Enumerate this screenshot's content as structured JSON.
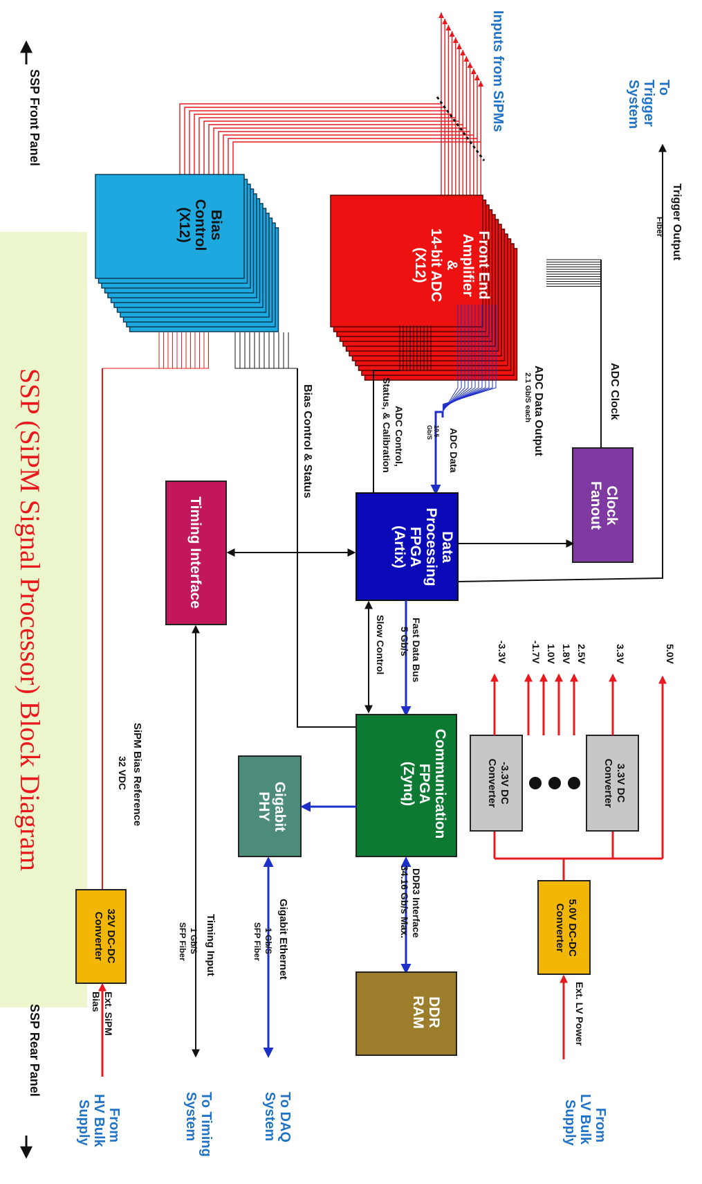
{
  "title": "SSP (SiPM Signal Processor) Block Diagram",
  "panels": {
    "front": "SSP Front Panel",
    "rear": "SSP Rear Panel"
  },
  "blocks": {
    "front_end": [
      "Front End",
      "Amplifier",
      "&",
      "14-bit ADC",
      "(X12)"
    ],
    "bias": [
      "Bias",
      "Control",
      "(X12)"
    ],
    "clock_fanout": [
      "Clock",
      "Fanout"
    ],
    "data_fpga": [
      "Data",
      "Processing",
      "FPGA",
      "(Artix)"
    ],
    "timing": [
      "Timing Interface"
    ],
    "comm_fpga": [
      "Communication",
      "FPGA",
      "(Zynq)"
    ],
    "gigabit_phy": [
      "Gigabit",
      "PHY"
    ],
    "ddr_ram": [
      "DDR",
      "RAM"
    ],
    "conv_33": [
      "3.3V DC",
      "Converter"
    ],
    "conv_m33": [
      "-3.3V DC",
      "Converter"
    ],
    "conv_50": [
      "5.0V DC-DC",
      "Converter"
    ],
    "conv_32": [
      "32V DC-DC",
      "Converter"
    ]
  },
  "external": {
    "trigger": [
      "To",
      "Trigger",
      "System"
    ],
    "sipms": "Inputs from SiPMs",
    "lv": [
      "From",
      "LV Bulk",
      "Supply"
    ],
    "daq": [
      "To DAQ",
      "System"
    ],
    "timing_sys": [
      "To Timing",
      "System"
    ],
    "hv": [
      "From",
      "HV Bulk",
      "Supply"
    ]
  },
  "labels": {
    "trigger_output": "Trigger Output",
    "trigger_fiber": "Fiber",
    "adc_clock": "ADC Clock",
    "adc_data_output": "ADC Data Output",
    "adc_rate": "2.1 Gb/S each",
    "adc_data": "ADC Data",
    "adc_data_rate": [
      "10.5",
      "Gb/S"
    ],
    "adc_control": [
      "ADC Control,",
      "Status, & Calibration"
    ],
    "bias_control": "Bias Control & Status",
    "fast_bus": [
      "Fast Data Bus",
      "5 Gb/s"
    ],
    "slow_control": "Slow Control",
    "ddr_interface": [
      "DDR3 Interface",
      "34.16 Gb/s Max."
    ],
    "gige": [
      "Gigabit Ethernet",
      "1 Gb/S",
      "SFP Fiber"
    ],
    "timing_input": [
      "Timing Input",
      "1 Gb/S",
      "SFP Fiber"
    ],
    "sipm_bias_ref": [
      "SiPM Bias  Reference",
      "32 VDC"
    ],
    "ext_lv": "Ext. LV Power",
    "ext_sipm": [
      "Ext. SiPM",
      "Bias"
    ],
    "rails": [
      "5.0V",
      "3.3V",
      "2.5V",
      "1.8V",
      "1.0V",
      "-1.7V",
      "-3.3V"
    ]
  },
  "colors": {
    "front_end": "#ee1111",
    "bias": "#1ea8e0",
    "clock_fanout": "#7e3aa0",
    "data_fpga": "#0a0ab8",
    "timing": "#c2185b",
    "comm_fpga": "#0d7a34",
    "gigabit_phy": "#4d8c7b",
    "ddr_ram": "#9c7d2c",
    "converter_grey": "#c7c7c7",
    "converter_gold": "#f2b705",
    "power_line": "#e8181d",
    "data_line": "#1e2fc8",
    "external_text": "#1f72c4",
    "title_bg": "#ebf6cc"
  }
}
